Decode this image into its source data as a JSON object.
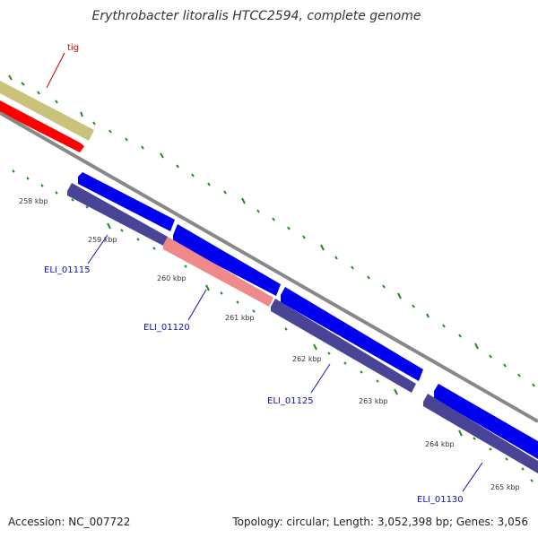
{
  "title": "Erythrobacter litoralis HTCC2594, complete genome",
  "footer": {
    "accession": "Accession: NC_007722",
    "summary": "Topology: circular; Length: 3,052,398 bp; Genes: 3,056"
  },
  "feature_label": "tig",
  "tick_labels": [
    "258 kbp",
    "259 kbp",
    "260 kbp",
    "261 kbp",
    "262 kbp",
    "263 kbp",
    "264 kbp",
    "265 kbp"
  ],
  "gene_labels": [
    "ELI_01115",
    "ELI_01120",
    "ELI_01125",
    "ELI_01130"
  ],
  "colors": {
    "tig_track": "#c8c27a",
    "red_feature": "#ff0000",
    "backbone": "#888888",
    "cds_blue": "#0000ee",
    "gene_purple": "#4a4496",
    "gene_pink": "#f08a8a",
    "tick_green": "#228b22",
    "label_blue": "#1010b0",
    "label_red": "#cc0000"
  }
}
